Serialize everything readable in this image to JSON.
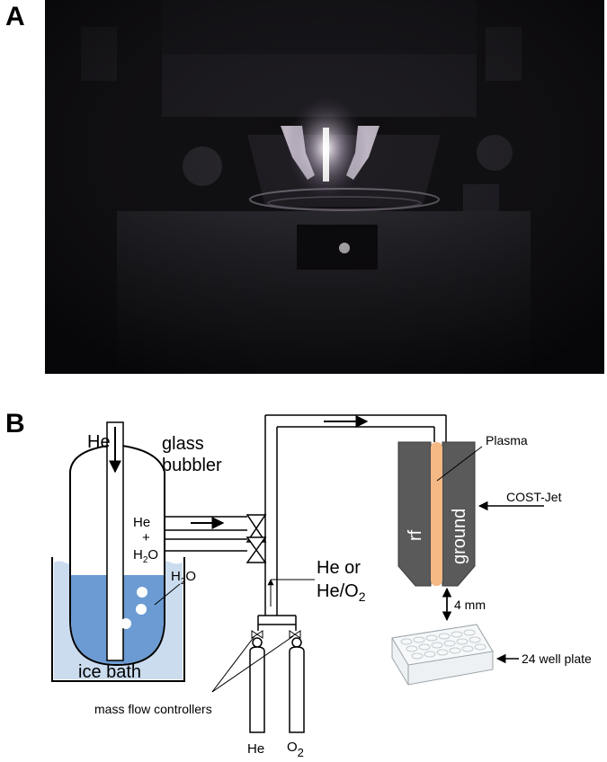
{
  "panel_a": {
    "label": "A"
  },
  "panel_b": {
    "label": "B",
    "labels": {
      "he_in": "He",
      "glass_bubbler_1": "glass",
      "glass_bubbler_2": "bubbler",
      "he_plus_h2o_1": "He",
      "he_plus_h2o_2": "+",
      "he_plus_h2o_3_main": "H",
      "he_plus_h2o_3_sub": "2",
      "he_plus_h2o_3_end": "O",
      "h2o_main": "H",
      "h2o_sub": "2",
      "h2o_end": "O",
      "ice_bath": "ice bath",
      "he_or_1": "He or",
      "he_or_2_main": "He/O",
      "he_or_2_sub": "2",
      "plasma": "Plasma",
      "cost_jet": "COST-Jet",
      "rf": "rf",
      "ground": "ground",
      "gap": "4 mm",
      "well_plate": "24 well plate",
      "mass_flow": "mass flow controllers",
      "cyl_he": "He",
      "cyl_o2_main": "O",
      "cyl_o2_sub": "2"
    }
  },
  "colors": {
    "water": "#6b9bd2",
    "electrode": "#5a5a5a",
    "plasma": "#f5b985",
    "photo_bg": "#0d0c0e"
  }
}
